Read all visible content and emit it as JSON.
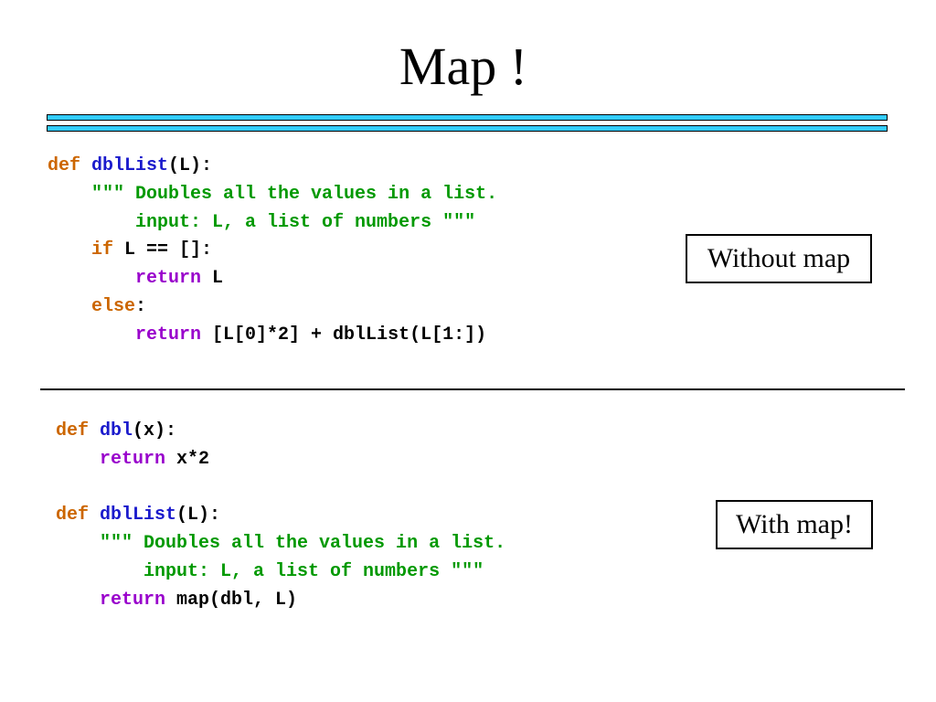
{
  "title": "Map !",
  "colors": {
    "rule_blue": "#33ccff",
    "keyword_def": "#cc6600",
    "keyword_return": "#9900cc",
    "function_name": "#1a1acc",
    "docstring": "#009900"
  },
  "without_map": {
    "label": "Without map",
    "code": [
      [
        {
          "t": "def",
          "k": "kw-def"
        },
        {
          "t": " ",
          "k": "plain"
        },
        {
          "t": "dblList",
          "k": "fn"
        },
        {
          "t": "(L):",
          "k": "plain"
        }
      ],
      [
        {
          "t": "    \"\"\" Doubles all the values in a list.",
          "k": "str"
        }
      ],
      [
        {
          "t": "        input: L, a list of numbers \"\"\"",
          "k": "str"
        }
      ],
      [
        {
          "t": "    ",
          "k": "plain"
        },
        {
          "t": "if",
          "k": "kw-ctl"
        },
        {
          "t": " L == []:",
          "k": "plain"
        }
      ],
      [
        {
          "t": "        ",
          "k": "plain"
        },
        {
          "t": "return",
          "k": "kw-ret"
        },
        {
          "t": " L",
          "k": "plain"
        }
      ],
      [
        {
          "t": "    ",
          "k": "plain"
        },
        {
          "t": "else",
          "k": "kw-ctl"
        },
        {
          "t": ":",
          "k": "plain"
        }
      ],
      [
        {
          "t": "        ",
          "k": "plain"
        },
        {
          "t": "return",
          "k": "kw-ret"
        },
        {
          "t": " [L[0]*2] + dblList(L[1:])",
          "k": "plain"
        }
      ]
    ]
  },
  "with_map": {
    "label": "With map!",
    "code": [
      [
        {
          "t": "def",
          "k": "kw-def"
        },
        {
          "t": " ",
          "k": "plain"
        },
        {
          "t": "dbl",
          "k": "fn"
        },
        {
          "t": "(x):",
          "k": "plain"
        }
      ],
      [
        {
          "t": "    ",
          "k": "plain"
        },
        {
          "t": "return",
          "k": "kw-ret"
        },
        {
          "t": " x*2",
          "k": "plain"
        }
      ],
      [
        {
          "t": "",
          "k": "plain"
        }
      ],
      [
        {
          "t": "def",
          "k": "kw-def"
        },
        {
          "t": " ",
          "k": "plain"
        },
        {
          "t": "dblList",
          "k": "fn"
        },
        {
          "t": "(L):",
          "k": "plain"
        }
      ],
      [
        {
          "t": "    \"\"\" Doubles all the values in a list.",
          "k": "str"
        }
      ],
      [
        {
          "t": "        input: L, a list of numbers \"\"\"",
          "k": "str"
        }
      ],
      [
        {
          "t": "    ",
          "k": "plain"
        },
        {
          "t": "return",
          "k": "kw-ret"
        },
        {
          "t": " map(dbl, L)",
          "k": "plain"
        }
      ]
    ]
  }
}
